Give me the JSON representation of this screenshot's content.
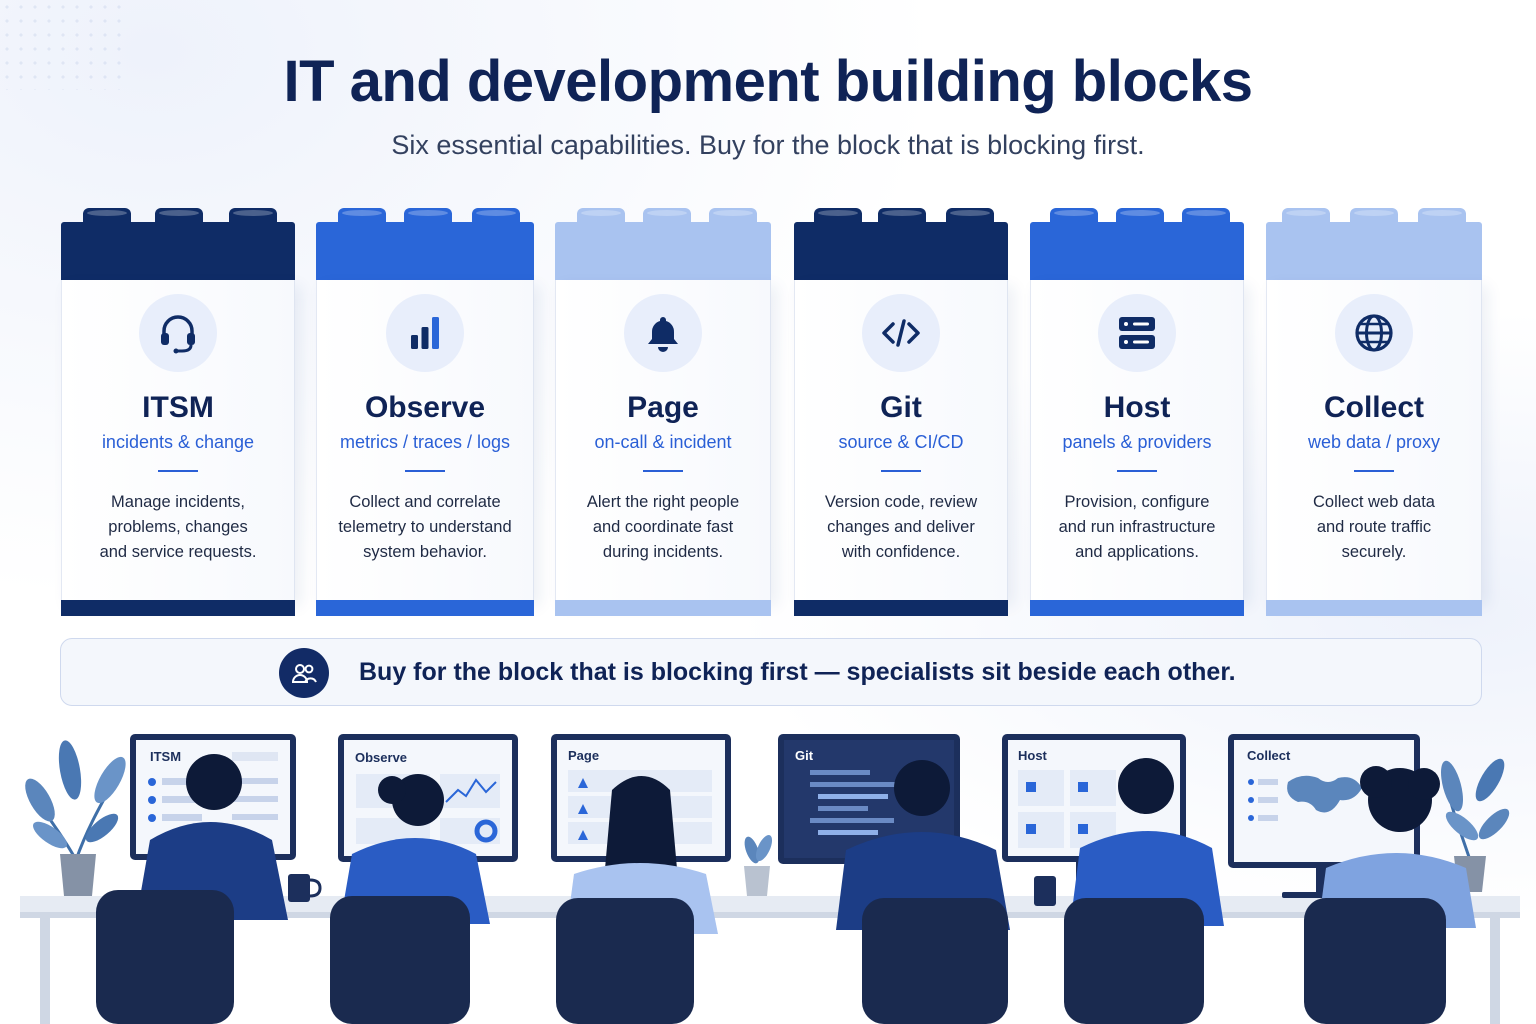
{
  "header": {
    "title": "IT and development building blocks",
    "subtitle": "Six essential capabilities. Buy for the block that is blocking first."
  },
  "colors": {
    "navy": "#0f2c66",
    "blue": "#2a66d8",
    "light_blue": "#a9c3f0",
    "accent_text": "#2a5fd6"
  },
  "blocks": [
    {
      "name": "ITSM",
      "tag": "incidents & change",
      "icon": "headset-icon",
      "desc": [
        "Manage incidents,",
        "problems, changes",
        "and service requests."
      ]
    },
    {
      "name": "Observe",
      "tag": "metrics / traces / logs",
      "icon": "bar-chart-icon",
      "desc": [
        "Collect and correlate",
        "telemetry to understand",
        "system behavior."
      ]
    },
    {
      "name": "Page",
      "tag": "on-call & incident",
      "icon": "bell-icon",
      "desc": [
        "Alert the right people",
        "and coordinate fast",
        "during incidents."
      ]
    },
    {
      "name": "Git",
      "tag": "source & CI/CD",
      "icon": "code-icon",
      "desc": [
        "Version code, review",
        "changes and deliver",
        "with confidence."
      ]
    },
    {
      "name": "Host",
      "tag": "panels & providers",
      "icon": "server-icon",
      "desc": [
        "Provision, configure",
        "and run infrastructure",
        "and applications."
      ]
    },
    {
      "name": "Collect",
      "tag": "web data / proxy",
      "icon": "globe-icon",
      "desc": [
        "Collect web data",
        "and route traffic",
        "securely."
      ]
    }
  ],
  "banner": {
    "icon": "team-icon",
    "text": "Buy for the block that is blocking first — specialists sit beside each other."
  },
  "monitors": [
    "ITSM",
    "Observe",
    "Page",
    "Git",
    "Host",
    "Collect"
  ]
}
